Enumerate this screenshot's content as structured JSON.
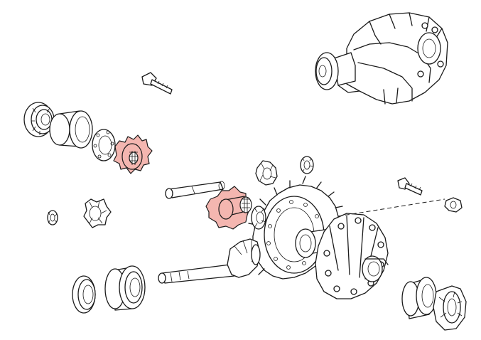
{
  "diagram": {
    "parts": [
      {
        "id": "differential-carrier-housing"
      },
      {
        "id": "breather-plug"
      },
      {
        "id": "drive-pinion-outer-bearing"
      },
      {
        "id": "drive-pinion-spacer"
      },
      {
        "id": "ring-gear-washer"
      },
      {
        "id": "side-gear-left",
        "highlighted": true
      },
      {
        "id": "side-gear-thrust-washer-left"
      },
      {
        "id": "pinion-gear-left"
      },
      {
        "id": "pinion-shaft"
      },
      {
        "id": "pinion-gear-upper"
      },
      {
        "id": "pinion-thrust-washer-upper"
      },
      {
        "id": "side-gear-right",
        "highlighted": true
      },
      {
        "id": "side-gear-thrust-washer-right"
      },
      {
        "id": "ring-gear"
      },
      {
        "id": "drive-pinion"
      },
      {
        "id": "differential-case"
      },
      {
        "id": "ring-gear-bolt"
      },
      {
        "id": "lock-plate"
      },
      {
        "id": "oil-seal"
      },
      {
        "id": "drive-pinion-inner-bearing"
      },
      {
        "id": "side-bearing-right"
      }
    ],
    "highlight_color": "#f4b6b0"
  }
}
